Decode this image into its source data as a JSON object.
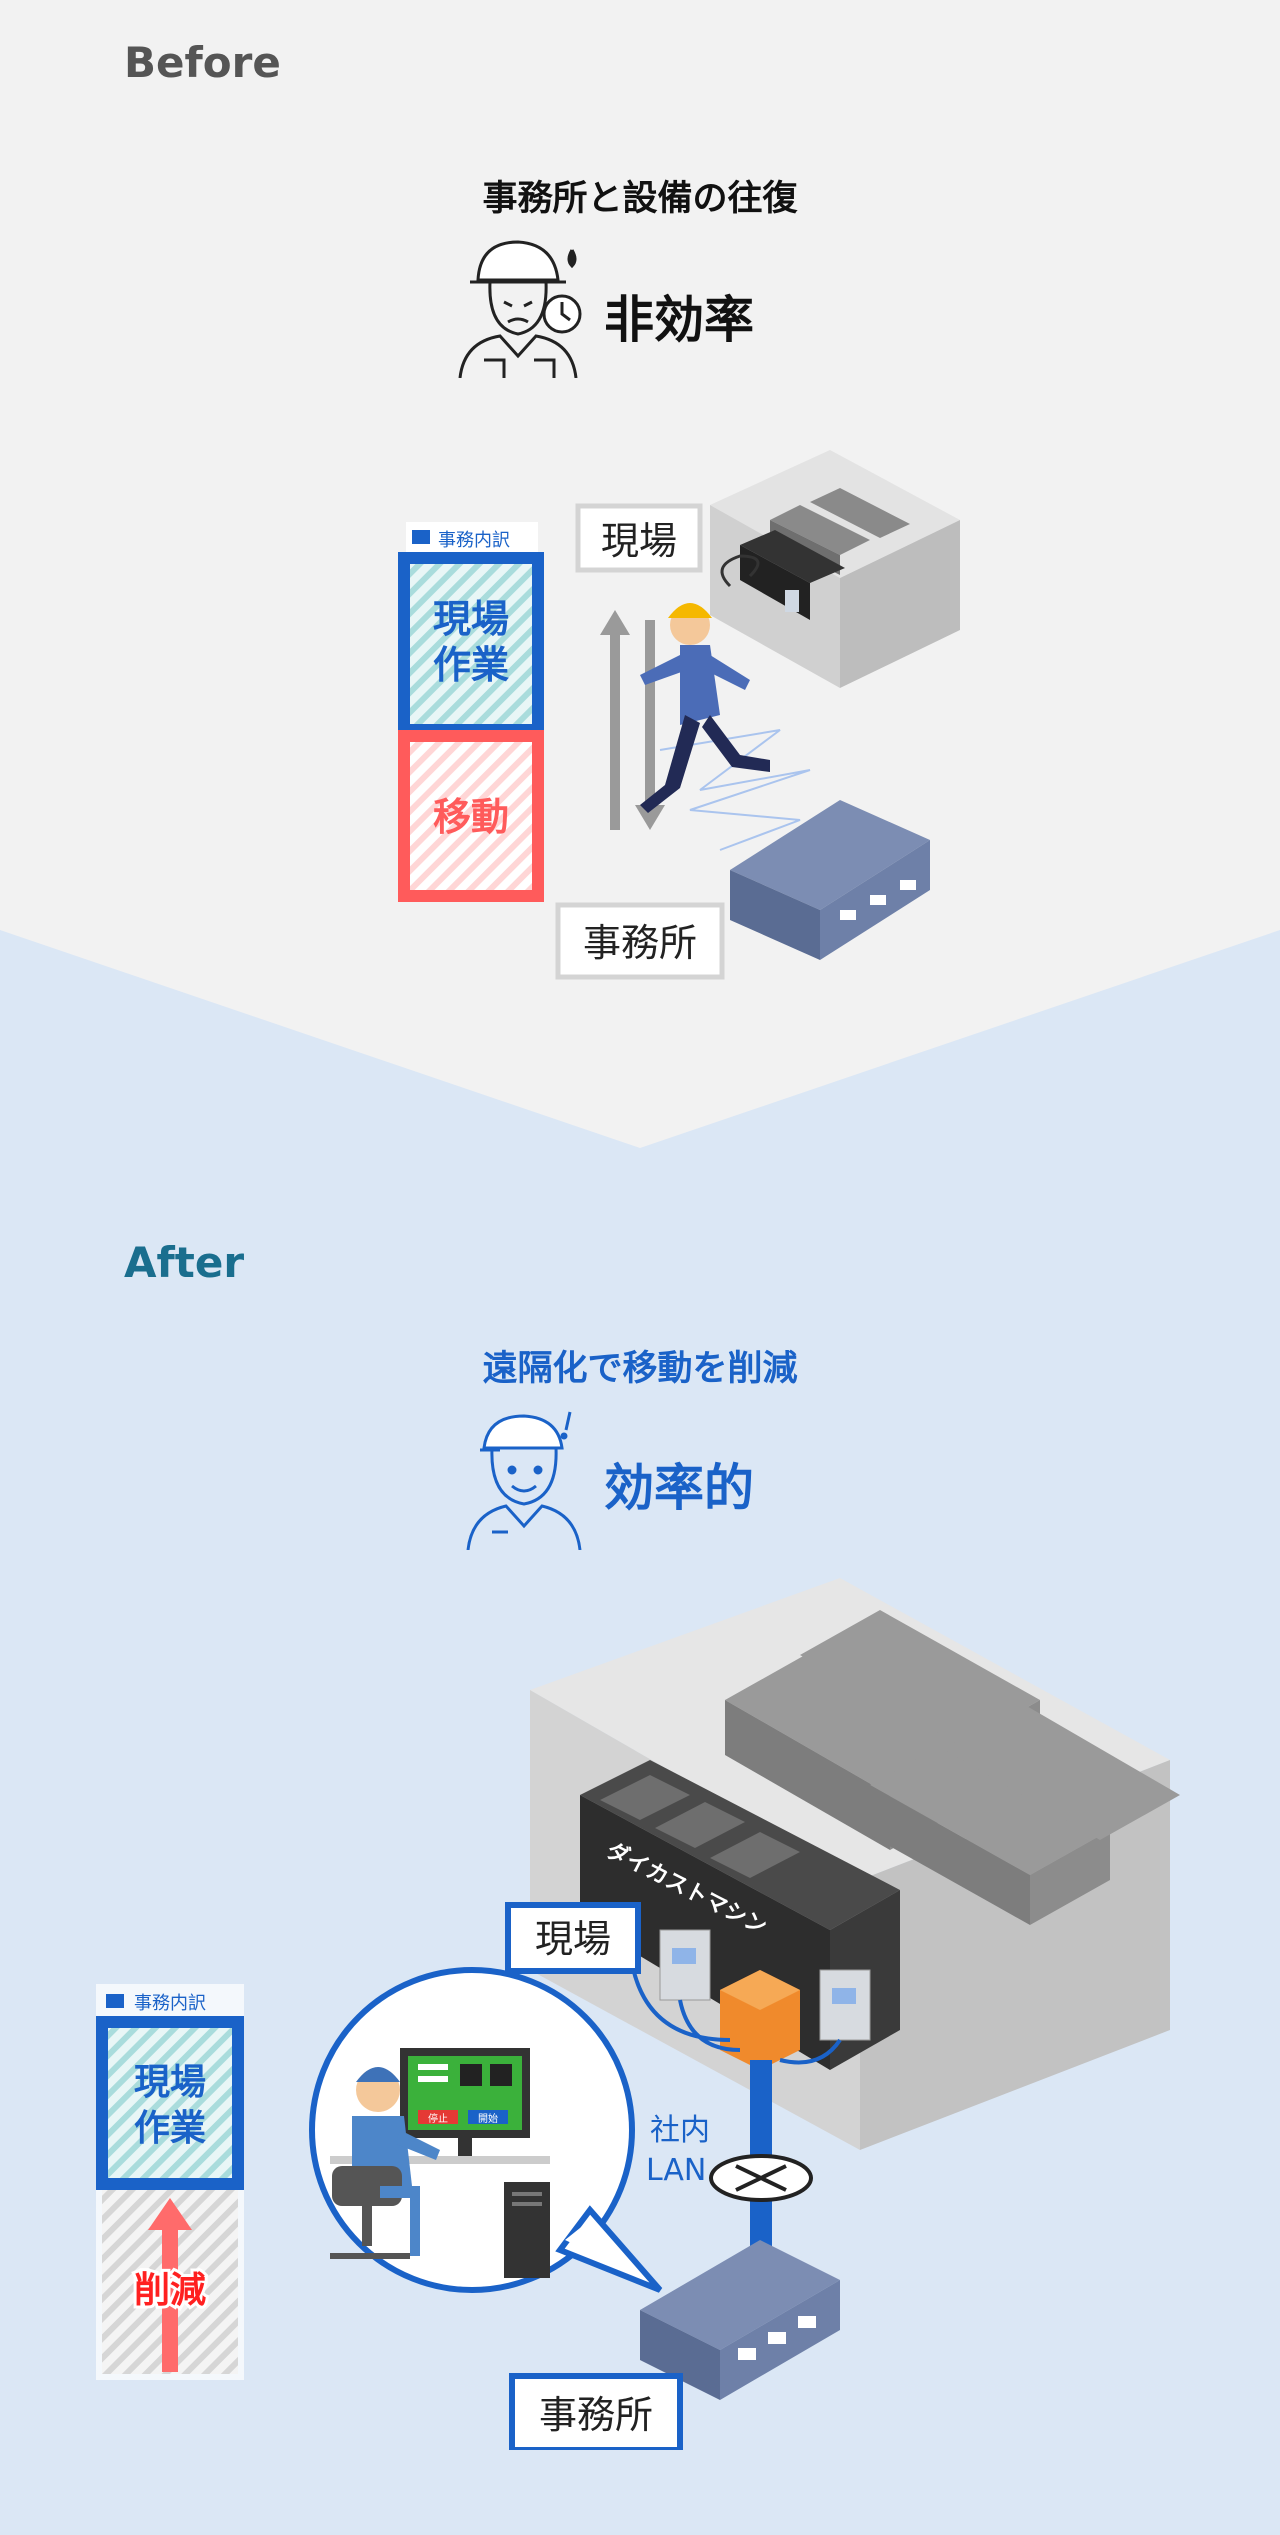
{
  "before": {
    "label": "Before",
    "caption": "事務所と設備の往復",
    "headline": "非効率",
    "legend_title": "事務内訳",
    "work_label_1": "現場",
    "work_label_2": "作業",
    "move_label": "移動",
    "site_label": "現場",
    "office_label": "事務所"
  },
  "after": {
    "label": "After",
    "caption": "遠隔化で移動を削減",
    "headline": "効率的",
    "legend_title": "事務内訳",
    "work_label_1": "現場",
    "work_label_2": "作業",
    "reduce_label": "削減",
    "site_label": "現場",
    "office_label": "事務所",
    "machine_label": "ダイカストマシン",
    "lan_label_1": "社内",
    "lan_label_2": "LAN",
    "screen_btn_1": "停止",
    "screen_btn_2": "開始"
  },
  "colors": {
    "before_bg": "#f2f2f2",
    "after_bg": "#dbe7f5",
    "work_blue": "#1a62c8",
    "move_red": "#ff5b5b",
    "headline_blue": "#1a62c8"
  }
}
